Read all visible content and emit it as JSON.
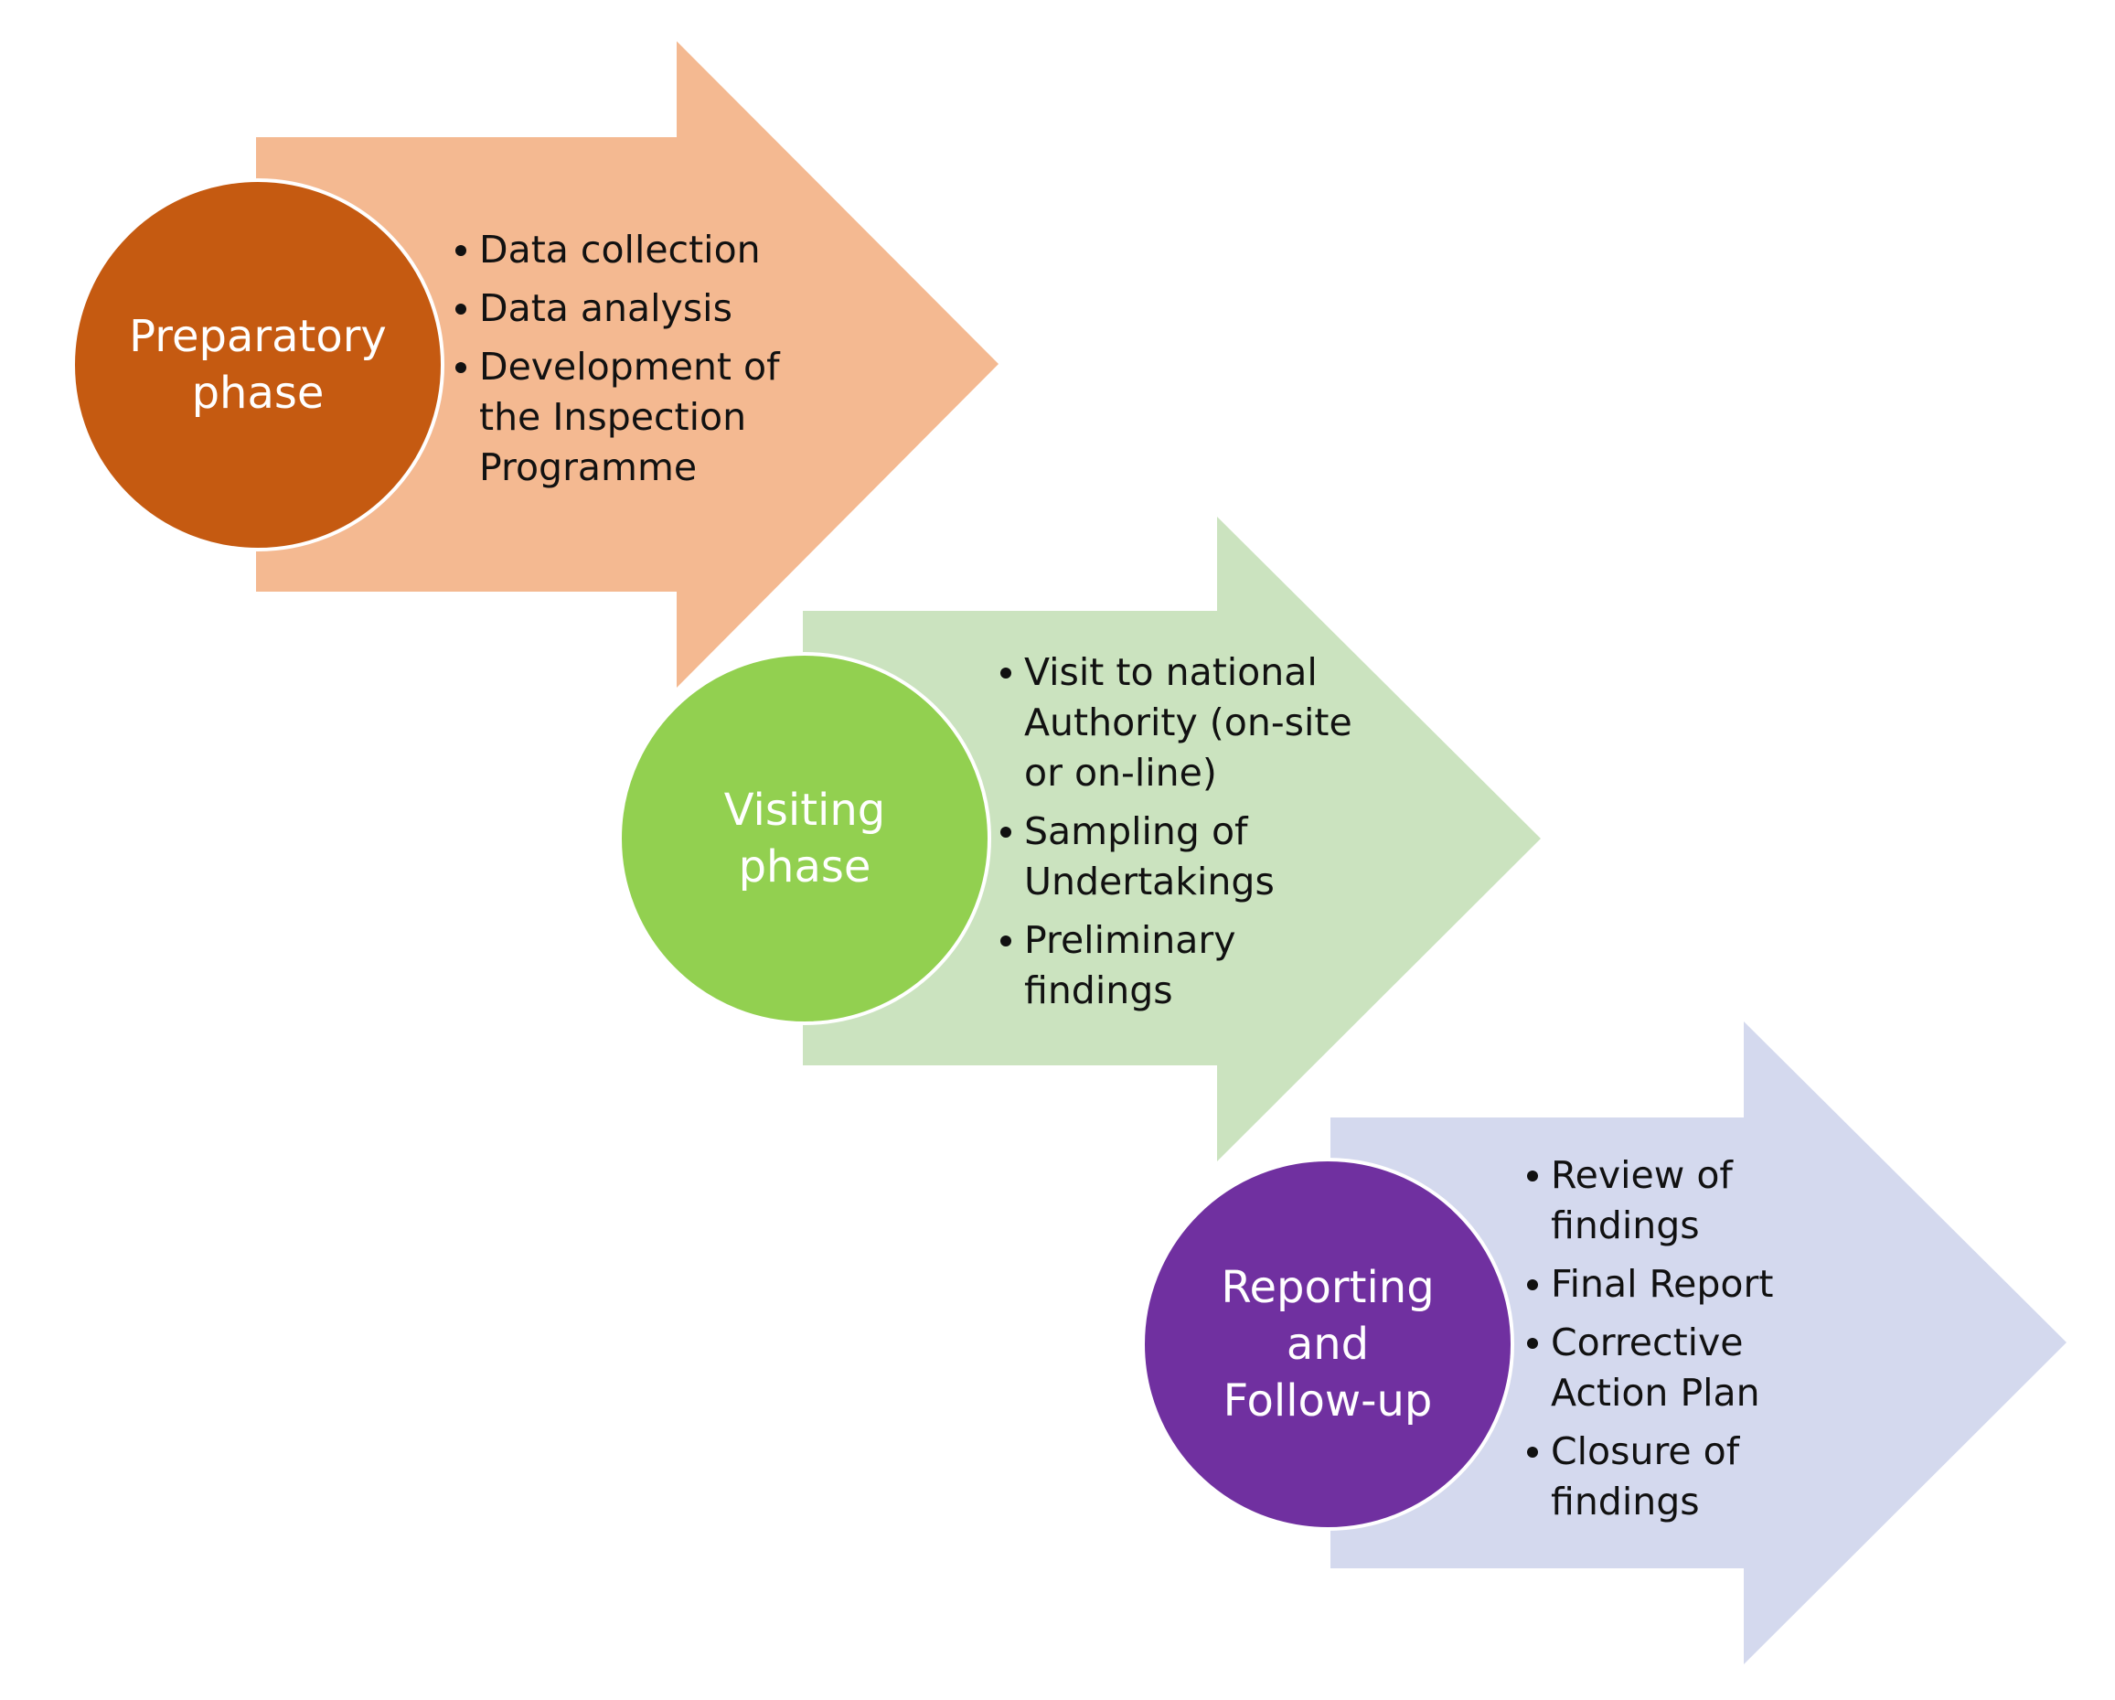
{
  "colors": {
    "preparatory_circle": "#C55A11",
    "preparatory_arrow": "#F4B991",
    "visiting_circle": "#92D050",
    "visiting_arrow": "#CBE3BF",
    "reporting_circle": "#7030A0",
    "reporting_arrow": "#D4D9EE"
  },
  "phases": [
    {
      "title": "Preparatory phase",
      "items": [
        "Data collection",
        "Data analysis",
        "Development of the Inspection Programme"
      ]
    },
    {
      "title": "Visiting phase",
      "items": [
        "Visit to national Authority (on-site or on-line)",
        "Sampling of Undertakings",
        "Preliminary findings"
      ]
    },
    {
      "title": "Reporting and Follow-up",
      "items": [
        "Review of findings",
        "Final Report",
        "Corrective Action Plan",
        "Closure of findings"
      ]
    }
  ]
}
